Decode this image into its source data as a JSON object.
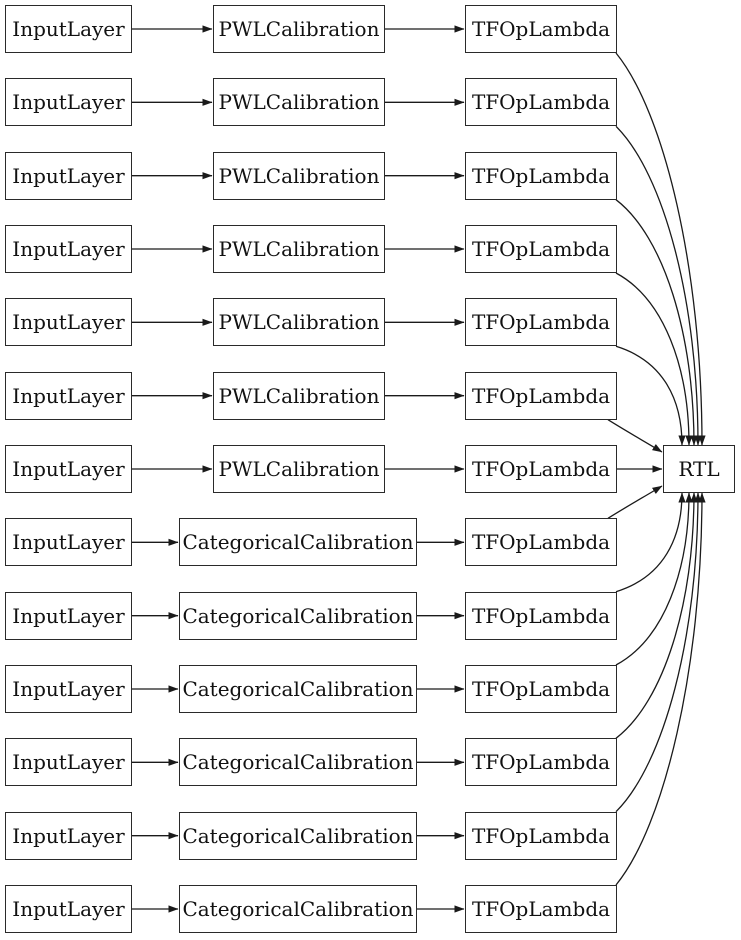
{
  "diagram": {
    "background_color": "#ffffff",
    "node_fill_color": "#ffffff",
    "node_border_color": "#2a2a2a",
    "edge_color": "#1a1a1a",
    "flow": "InputLayer -> Calibration -> TFOpLambda -> RTL",
    "output_node": {
      "label": "RTL"
    },
    "rows": [
      {
        "input": "InputLayer",
        "calibration": "PWLCalibration",
        "lambda": "TFOpLambda"
      },
      {
        "input": "InputLayer",
        "calibration": "PWLCalibration",
        "lambda": "TFOpLambda"
      },
      {
        "input": "InputLayer",
        "calibration": "PWLCalibration",
        "lambda": "TFOpLambda"
      },
      {
        "input": "InputLayer",
        "calibration": "PWLCalibration",
        "lambda": "TFOpLambda"
      },
      {
        "input": "InputLayer",
        "calibration": "PWLCalibration",
        "lambda": "TFOpLambda"
      },
      {
        "input": "InputLayer",
        "calibration": "PWLCalibration",
        "lambda": "TFOpLambda"
      },
      {
        "input": "InputLayer",
        "calibration": "PWLCalibration",
        "lambda": "TFOpLambda"
      },
      {
        "input": "InputLayer",
        "calibration": "CategoricalCalibration",
        "lambda": "TFOpLambda"
      },
      {
        "input": "InputLayer",
        "calibration": "CategoricalCalibration",
        "lambda": "TFOpLambda"
      },
      {
        "input": "InputLayer",
        "calibration": "CategoricalCalibration",
        "lambda": "TFOpLambda"
      },
      {
        "input": "InputLayer",
        "calibration": "CategoricalCalibration",
        "lambda": "TFOpLambda"
      },
      {
        "input": "InputLayer",
        "calibration": "CategoricalCalibration",
        "lambda": "TFOpLambda"
      },
      {
        "input": "InputLayer",
        "calibration": "CategoricalCalibration",
        "lambda": "TFOpLambda"
      }
    ]
  }
}
